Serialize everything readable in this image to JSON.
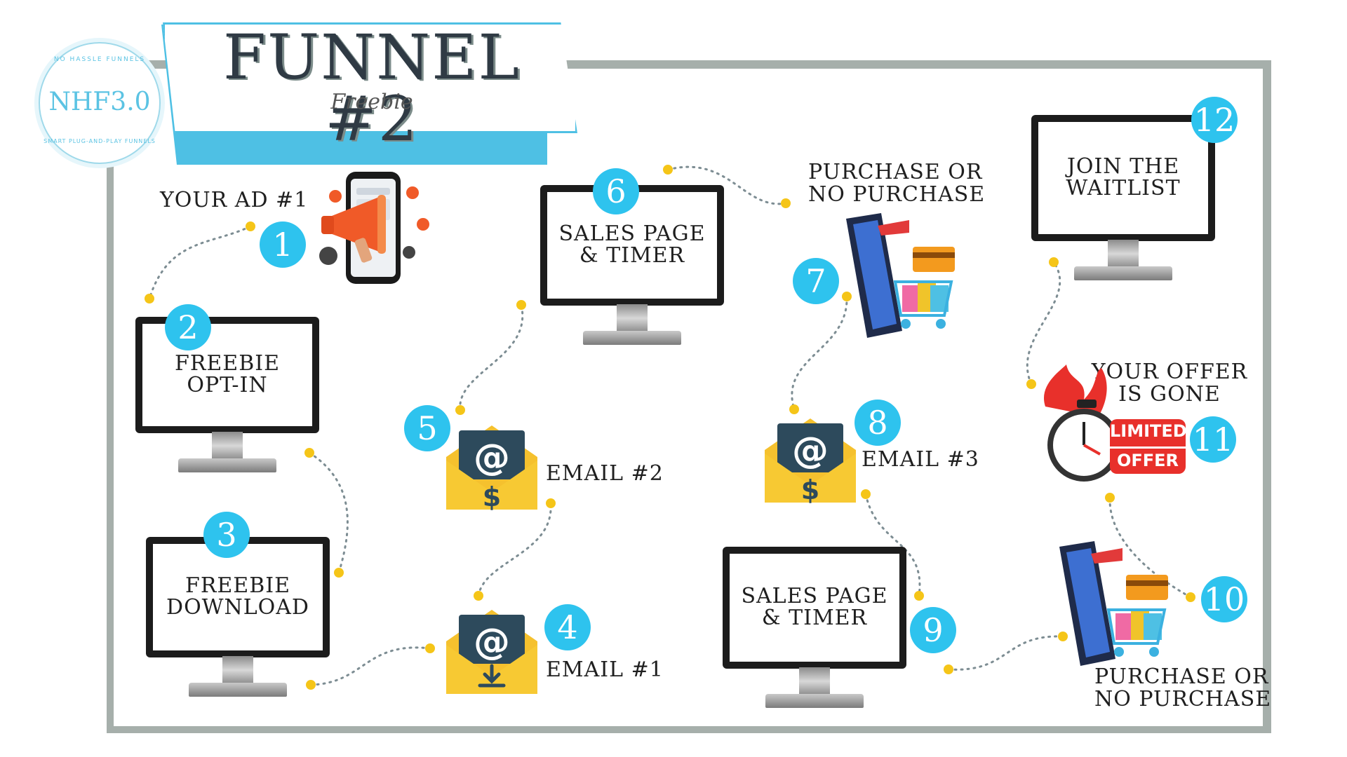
{
  "colors": {
    "accent": "#2ec3ee",
    "dot": "#f5c518",
    "frame": "#a6afab",
    "envelope": "#f5c12e",
    "envelope_card": "#2d4a5c"
  },
  "header": {
    "title": "FUNNEL #2",
    "subtitle": "Freebie"
  },
  "logo": {
    "text": "NHF3.0",
    "ring_top": "NO HASSLE FUNNELS",
    "ring_bottom": "SMART PLUG-AND-PLAY FUNNELS"
  },
  "steps": {
    "s1": {
      "num": "1",
      "label": "YOUR AD #1",
      "icon": "megaphone-phone-icon"
    },
    "s2": {
      "num": "2",
      "label": "FREEBIE OPT-IN",
      "icon": "monitor-icon"
    },
    "s3": {
      "num": "3",
      "label": "FREEBIE DOWNLOAD",
      "icon": "monitor-icon"
    },
    "s4": {
      "num": "4",
      "label": "EMAIL #1",
      "icon": "email-download-icon"
    },
    "s5": {
      "num": "5",
      "label": "EMAIL #2",
      "icon": "email-dollar-icon"
    },
    "s6": {
      "num": "6",
      "label": "SALES PAGE & TIMER",
      "icon": "monitor-icon"
    },
    "s7": {
      "num": "7",
      "label": "PURCHASE OR NO PURCHASE",
      "icon": "shopping-tablet-icon"
    },
    "s8": {
      "num": "8",
      "label": "EMAIL #3",
      "icon": "email-dollar-icon"
    },
    "s9": {
      "num": "9",
      "label": "SALES PAGE & TIMER",
      "icon": "monitor-icon"
    },
    "s10": {
      "num": "10",
      "label": "PURCHASE OR NO PURCHASE",
      "icon": "shopping-tablet-icon"
    },
    "s11": {
      "num": "11",
      "label": "YOUR OFFER IS GONE",
      "icon": "limited-offer-clock-icon",
      "badge_line1": "LIMITED",
      "badge_line2": "OFFER"
    },
    "s12": {
      "num": "12",
      "label": "JOIN THE WAITLIST",
      "icon": "monitor-icon"
    }
  }
}
